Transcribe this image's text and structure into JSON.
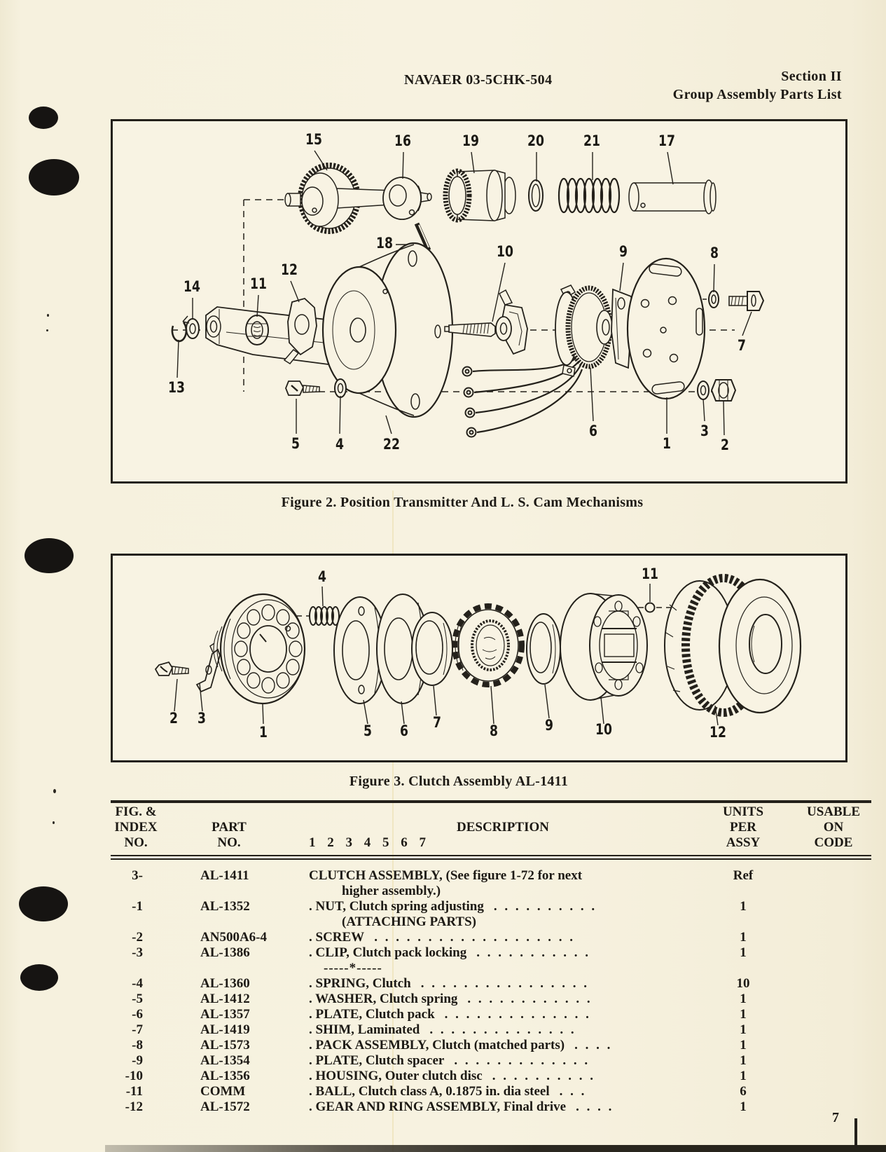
{
  "page": {
    "number": "7"
  },
  "header": {
    "doc_number": "NAVAER 03-5CHK-504",
    "section": "Section II",
    "subtitle": "Group Assembly Parts List"
  },
  "figures": {
    "fig2": {
      "caption": "Figure 2.  Position Transmitter And L. S. Cam Mechanisms",
      "callouts": [
        "15",
        "16",
        "19",
        "20",
        "21",
        "17",
        "18",
        "14",
        "11",
        "12",
        "10",
        "9",
        "8",
        "13",
        "5",
        "4",
        "22",
        "6",
        "1",
        "3",
        "2",
        "7"
      ]
    },
    "fig3": {
      "caption": "Figure 3.  Clutch Assembly AL-1411",
      "callouts": [
        "2",
        "3",
        "1",
        "4",
        "5",
        "6",
        "7",
        "8",
        "9",
        "10",
        "11",
        "12"
      ]
    }
  },
  "table": {
    "headers": {
      "col1": [
        "FIG. &",
        "INDEX",
        "NO."
      ],
      "col2": [
        "PART",
        "NO."
      ],
      "col3": "DESCRIPTION",
      "col3_digits": "1 2 3 4 5 6 7",
      "col4": [
        "UNITS",
        "PER",
        "ASSY"
      ],
      "col5": [
        "USABLE",
        "ON",
        "CODE"
      ]
    },
    "rows": [
      {
        "fig_index": "3-",
        "part_no": "AL-1411",
        "description": "CLUTCH ASSEMBLY, (See figure 1-72 for next",
        "line2": "higher assembly.)",
        "leader": "",
        "units": "Ref",
        "usable": ""
      },
      {
        "fig_index": "-1",
        "part_no": "AL-1352",
        "description": ".  NUT, Clutch spring adjusting",
        "line2": "(ATTACHING PARTS)",
        "leader": ". . . . . . . . . .",
        "units": "1",
        "usable": ""
      },
      {
        "fig_index": "-2",
        "part_no": "AN500A6-4",
        "description": ".  SCREW",
        "line2": "",
        "leader": ". . . . . . . . . . . . . . . . . . .",
        "units": "1",
        "usable": ""
      },
      {
        "fig_index": "-3",
        "part_no": "AL-1386",
        "description": ".  CLIP, Clutch pack locking",
        "line2": "-----*-----",
        "leader": ". . . . . . . . . . .",
        "units": "1",
        "usable": ""
      },
      {
        "fig_index": "-4",
        "part_no": "AL-1360",
        "description": ".  SPRING, Clutch",
        "line2": "",
        "leader": ". . . . . . . . . . . . . . . .",
        "units": "10",
        "usable": ""
      },
      {
        "fig_index": "-5",
        "part_no": "AL-1412",
        "description": ".  WASHER, Clutch spring",
        "line2": "",
        "leader": ". . . . . . . . . . . .",
        "units": "1",
        "usable": ""
      },
      {
        "fig_index": "-6",
        "part_no": "AL-1357",
        "description": ".  PLATE, Clutch pack",
        "line2": "",
        "leader": ". . . . . . . . . . . . . .",
        "units": "1",
        "usable": ""
      },
      {
        "fig_index": "-7",
        "part_no": "AL-1419",
        "description": ".  SHIM, Laminated",
        "line2": "",
        "leader": ". . . . . . . . . . . . . .",
        "units": "1",
        "usable": ""
      },
      {
        "fig_index": "-8",
        "part_no": "AL-1573",
        "description": ".  PACK ASSEMBLY, Clutch (matched parts)",
        "line2": "",
        "leader": ". . . .",
        "units": "1",
        "usable": ""
      },
      {
        "fig_index": "-9",
        "part_no": "AL-1354",
        "description": ".  PLATE, Clutch spacer",
        "line2": "",
        "leader": ". . . . . . . . . . . . .",
        "units": "1",
        "usable": ""
      },
      {
        "fig_index": "-10",
        "part_no": "AL-1356",
        "description": ".  HOUSING, Outer clutch disc",
        "line2": "",
        "leader": ". . . . . . . . . .",
        "units": "1",
        "usable": ""
      },
      {
        "fig_index": "-11",
        "part_no": "COMM",
        "description": ".  BALL, Clutch class A, 0.1875 in. dia steel",
        "line2": "",
        "leader": ". . .",
        "units": "6",
        "usable": ""
      },
      {
        "fig_index": "-12",
        "part_no": "AL-1572",
        "description": ".  GEAR AND RING ASSEMBLY, Final drive",
        "line2": "",
        "leader": ". . . .",
        "units": "1",
        "usable": ""
      }
    ]
  }
}
